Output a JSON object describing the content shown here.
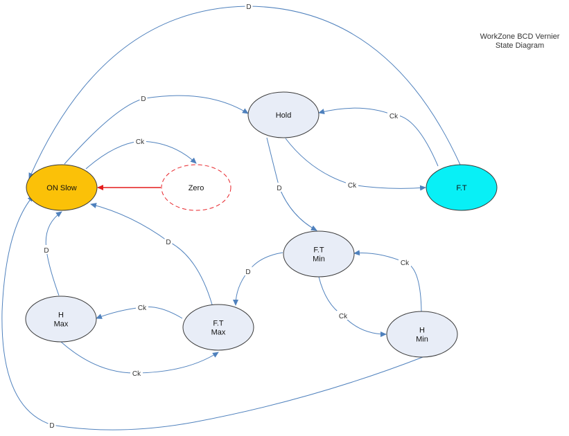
{
  "title": {
    "line1": "WorkZone BCD Vernier",
    "line2": "State Diagram"
  },
  "colors": {
    "edge": "#4f81bd",
    "node_fill": "#e8edf7",
    "node_stroke": "#3a3a3a",
    "on_slow_fill": "#fbc108",
    "ft_fill": "#08f0f6",
    "zero_stroke": "#e8242a",
    "zero_arrow": "#e41c1c"
  },
  "nodes": [
    {
      "id": "on-slow",
      "lines": [
        "ON Slow"
      ]
    },
    {
      "id": "zero",
      "lines": [
        "Zero"
      ]
    },
    {
      "id": "hold",
      "lines": [
        "Hold"
      ]
    },
    {
      "id": "ft",
      "lines": [
        "F.T"
      ]
    },
    {
      "id": "ft-min",
      "lines": [
        "F.T",
        "Min"
      ]
    },
    {
      "id": "h-min",
      "lines": [
        "H",
        "Min"
      ]
    },
    {
      "id": "ft-max",
      "lines": [
        "F.T",
        "Max"
      ]
    },
    {
      "id": "h-max",
      "lines": [
        "H",
        "Max"
      ]
    }
  ],
  "edges": [
    {
      "id": "ft-to-onslow",
      "from": "F.T",
      "to": "ON Slow",
      "label": "D"
    },
    {
      "id": "onslow-to-hold",
      "from": "ON Slow",
      "to": "Hold",
      "label": "D"
    },
    {
      "id": "ft-to-hold",
      "from": "F.T",
      "to": "Hold",
      "label": "Ck"
    },
    {
      "id": "onslow-to-zero",
      "from": "ON Slow",
      "to": "Zero",
      "label": "Ck"
    },
    {
      "id": "hold-to-ft",
      "from": "Hold",
      "to": "F.T",
      "label": "Ck"
    },
    {
      "id": "zero-to-onslow",
      "from": "Zero",
      "to": "ON Slow",
      "label": ""
    },
    {
      "id": "hold-to-ftmin",
      "from": "Hold",
      "to": "F.T Min",
      "label": "D"
    },
    {
      "id": "ftmax-to-onslow",
      "from": "F.T Max",
      "to": "ON Slow",
      "label": "D"
    },
    {
      "id": "hmax-to-onslow",
      "from": "H Max",
      "to": "ON Slow",
      "label": "D"
    },
    {
      "id": "ftmin-to-ftmax",
      "from": "F.T Min",
      "to": "F.T Max",
      "label": "D"
    },
    {
      "id": "hmin-to-ftmin",
      "from": "H Min",
      "to": "F.T Min",
      "label": "Ck"
    },
    {
      "id": "ftmax-to-hmax",
      "from": "F.T Max",
      "to": "H Max",
      "label": "Ck"
    },
    {
      "id": "ftmin-to-hmin",
      "from": "F.T Min",
      "to": "H Min",
      "label": "Ck"
    },
    {
      "id": "hmax-to-ftmax",
      "from": "H Max",
      "to": "F.T Max",
      "label": "Ck"
    },
    {
      "id": "hmin-to-onslow",
      "from": "H Min",
      "to": "ON Slow",
      "label": "D"
    }
  ]
}
